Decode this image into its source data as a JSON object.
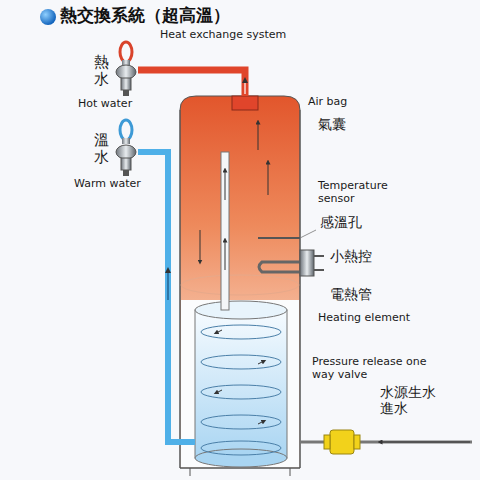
{
  "diagram": {
    "title": "熱交換系統（超高溫）",
    "labels": [
      "Heat exchange system",
      "熱水",
      "Hot water",
      "溫水",
      "Warm water",
      "Air bag",
      "氣囊",
      "Temperature sensor",
      "感溫孔",
      "小熱控",
      "電熱管",
      "Heating element",
      "Pressure release one way valve",
      "水源生水 進水"
    ]
  }
}
